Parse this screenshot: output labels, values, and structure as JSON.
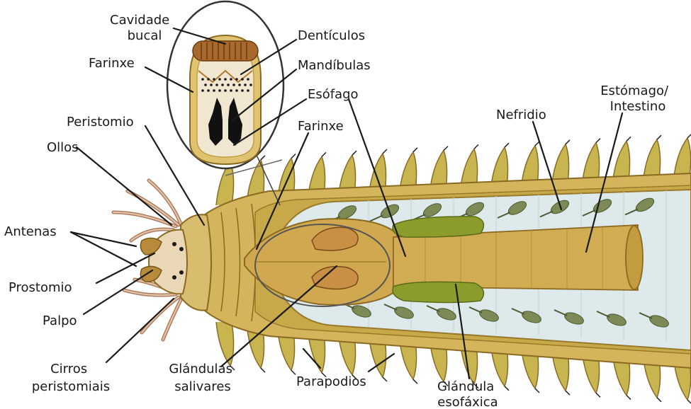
{
  "colors": {
    "body": "#d4b55b",
    "body_dark": "#b99632",
    "body_outline": "#8a6a22",
    "gut": "#cfa84f",
    "cavity": "#dde9ea",
    "parapodia": "#c9b550",
    "nephridia": "#7d8a55",
    "esophageal_gland": "#8b9c2c",
    "salivary_gland": "#c98f45",
    "cirri": "#c99a78",
    "jaw": "#1a1a1a",
    "text": "#1a1a1a"
  },
  "labels": {
    "cavidade_bucal": [
      "Cavidade",
      "bucal"
    ],
    "denticulos": "Dentículos",
    "farinxe_inset": "Farinxe",
    "mandibulas": "Mandíbulas",
    "esofago": "Esófago",
    "peristomio": "Peristomio",
    "ollos": "Ollos",
    "farinxe_main": "Farinxe",
    "nefridio": "Nefridio",
    "estomago": [
      "Estómago/",
      "Intestino"
    ],
    "antenas": "Antenas",
    "prostomio": "Prostomio",
    "palpo": "Palpo",
    "cirros": [
      "Cirros",
      "peristomiais"
    ],
    "glandulas_salivares": [
      "Glándulas",
      "salivares"
    ],
    "parapodios": "Parapodios",
    "glandula_esofaxica": [
      "Glándula",
      "esofáxica"
    ]
  }
}
